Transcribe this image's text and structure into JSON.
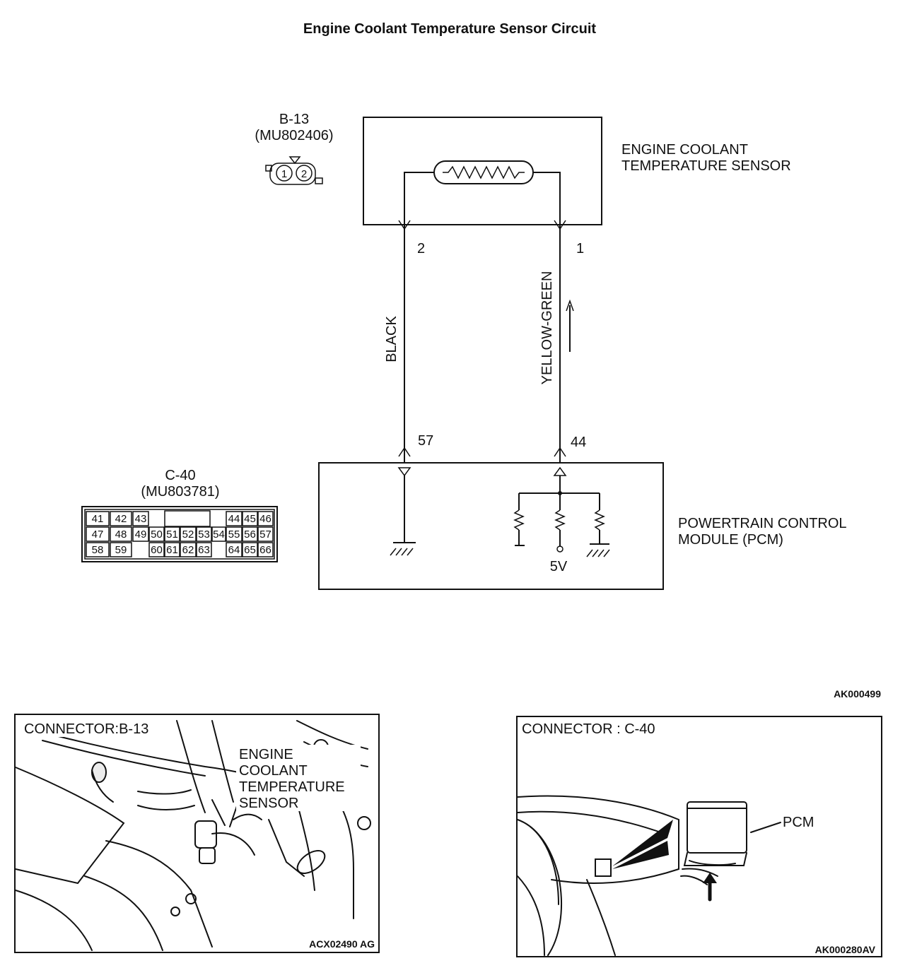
{
  "title": "Engine Coolant Temperature Sensor Circuit",
  "sensor": {
    "connector_id": "B-13",
    "part_number": "(MU802406)",
    "label_line1": "ENGINE COOLANT",
    "label_line2": "TEMPERATURE SENSOR",
    "pin_1": "1",
    "pin_2": "2"
  },
  "wires": {
    "left": {
      "color_name": "BLACK",
      "sensor_pin": "2",
      "pcm_pin": "57"
    },
    "right": {
      "color_name": "YELLOW-GREEN",
      "sensor_pin": "1",
      "pcm_pin": "44"
    }
  },
  "pcm": {
    "connector_id": "C-40",
    "part_number": "(MU803781)",
    "label_line1": "POWERTRAIN CONTROL",
    "label_line2": "MODULE (PCM)",
    "voltage": "5V"
  },
  "pcm_connector_rows": [
    [
      "41",
      "42",
      "43",
      "44",
      "45",
      "46"
    ],
    [
      "47",
      "48",
      "49",
      "50",
      "51",
      "52",
      "53",
      "54",
      "55",
      "56",
      "57"
    ],
    [
      "58",
      "59",
      "60",
      "61",
      "62",
      "63",
      "64",
      "65",
      "66"
    ]
  ],
  "diagram_code": "AK000499",
  "panel_left": {
    "heading": "CONNECTOR:B-13",
    "callout": [
      "ENGINE",
      "COOLANT",
      "TEMPERATURE",
      "SENSOR"
    ],
    "code": "ACX02490 AG"
  },
  "panel_right": {
    "heading": "CONNECTOR : C-40",
    "callout": "PCM",
    "code": "AK000280AV"
  }
}
